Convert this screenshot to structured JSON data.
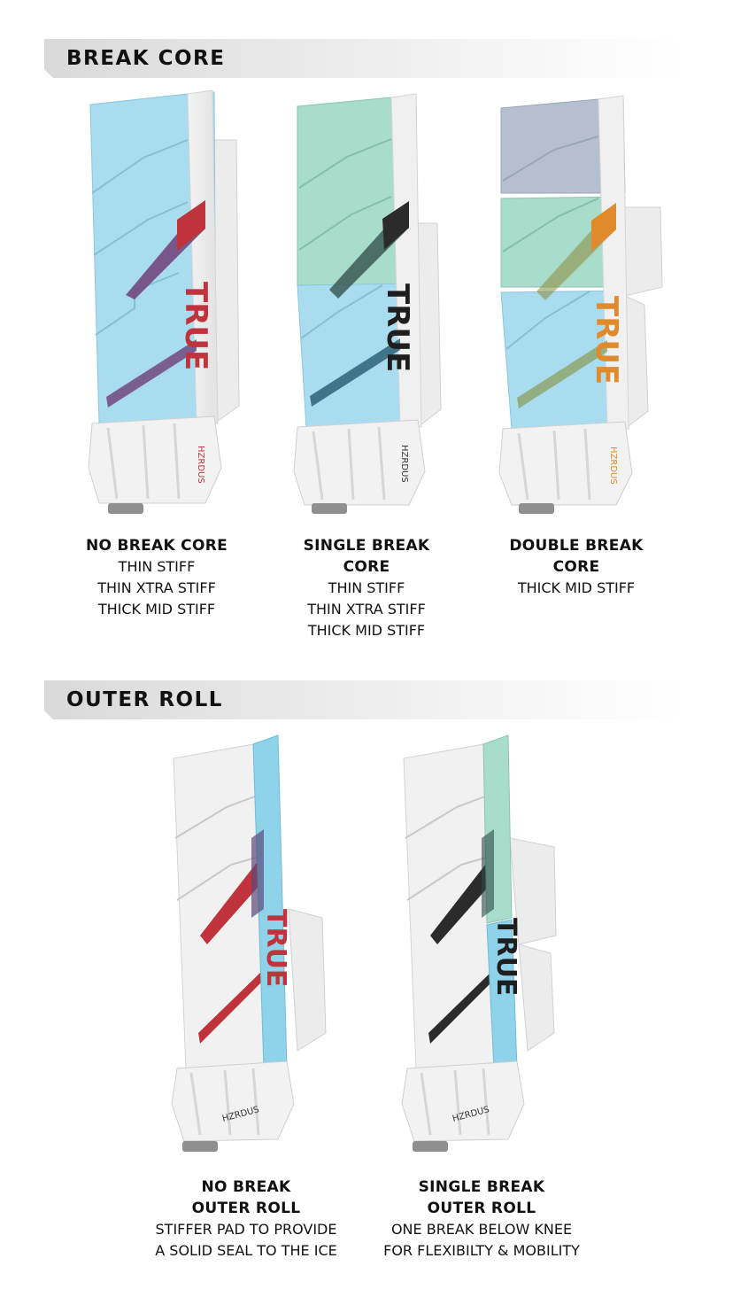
{
  "sections": {
    "break_core": {
      "title": "BREAK CORE"
    },
    "outer_roll": {
      "title": "OUTER ROLL"
    }
  },
  "brand": {
    "logo": "TRUE",
    "model": "HZRDUS"
  },
  "break_core_options": [
    {
      "title_lines": [
        "NO BREAK CORE"
      ],
      "lines": [
        "THIN STIFF",
        "THIN XTRA STIFF",
        "THICK MID STIFF"
      ],
      "colors": [
        "#a9dcef",
        "#c0323c"
      ]
    },
    {
      "title_lines": [
        "SINGLE BREAK",
        "CORE"
      ],
      "lines": [
        "THIN STIFF",
        "THIN XTRA STIFF",
        "THICK MID STIFF"
      ],
      "colors": [
        "#a9dcef",
        "#a8dccb",
        "#2b2b2b"
      ]
    },
    {
      "title_lines": [
        "DOUBLE BREAK",
        "CORE"
      ],
      "lines": [
        "THICK MID STIFF"
      ],
      "colors": [
        "#a9dcef",
        "#a8dccb",
        "#b5bfcf",
        "#e08a2c"
      ]
    }
  ],
  "outer_roll_options": [
    {
      "title_lines": [
        "NO BREAK",
        "OUTER ROLL"
      ],
      "lines": [
        "STIFFER PAD TO PROVIDE",
        "A SOLID SEAL TO THE ICE"
      ],
      "colors": [
        "#8fd3ea",
        "#c0323c"
      ]
    },
    {
      "title_lines": [
        "SINGLE BREAK",
        "OUTER ROLL"
      ],
      "lines": [
        "ONE BREAK BELOW KNEE",
        "FOR FLEXIBILTY & MOBILITY"
      ],
      "colors": [
        "#8fd3ea",
        "#a8dccb",
        "#2b2b2b"
      ]
    }
  ]
}
